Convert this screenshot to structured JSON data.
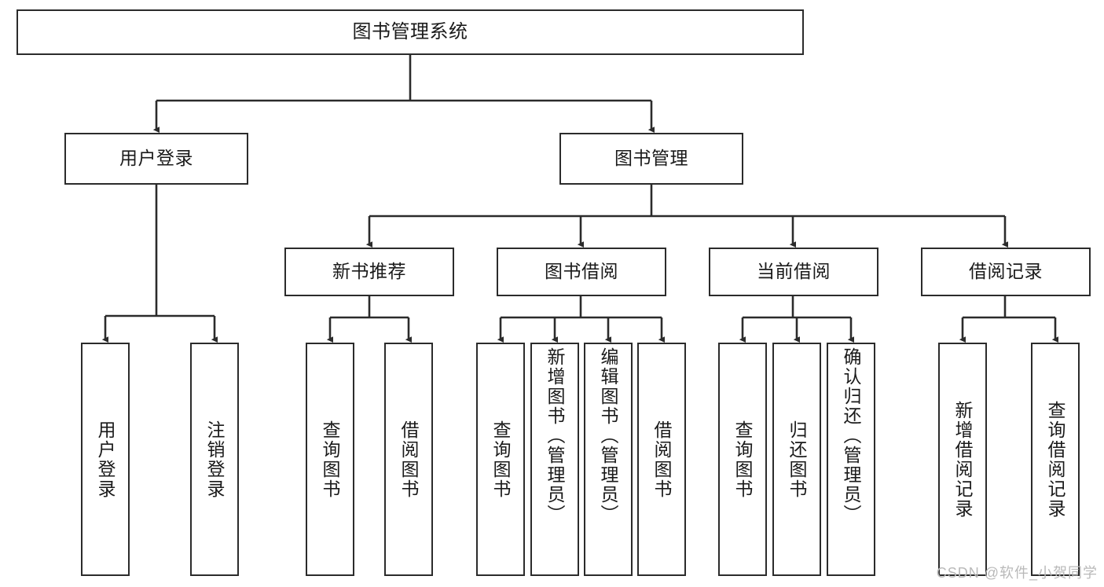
{
  "diagram": {
    "title": "图书管理系统",
    "type": "tree-hierarchy-diagram",
    "stroke_color": "#2b2b2b",
    "background_color": "#ffffff",
    "text_color": "#1a1a1a"
  },
  "root": {
    "label": "图书管理系统"
  },
  "level2": [
    {
      "label": "用户登录"
    },
    {
      "label": "图书管理"
    }
  ],
  "level3": [
    {
      "label": "新书推荐"
    },
    {
      "label": "图书借阅"
    },
    {
      "label": "当前借阅"
    },
    {
      "label": "借阅记录"
    }
  ],
  "leaves": {
    "user_login": [
      {
        "label": "用户登录"
      },
      {
        "label": "注销登录"
      }
    ],
    "new_book_recommend": [
      {
        "label": "查询图书"
      },
      {
        "label": "借阅图书"
      }
    ],
    "book_borrow": [
      {
        "label": "查询图书"
      },
      {
        "label": "新增图书（管理员）"
      },
      {
        "label": "编辑图书（管理员）"
      },
      {
        "label": "借阅图书"
      }
    ],
    "current_borrow": [
      {
        "label": "查询图书"
      },
      {
        "label": "归还图书"
      },
      {
        "label": "确认归还（管理员）"
      }
    ],
    "borrow_records": [
      {
        "label": "新增借阅记录"
      },
      {
        "label": "查询借阅记录"
      }
    ]
  },
  "watermark": {
    "text": "CSDN @软件_小贺同学"
  }
}
